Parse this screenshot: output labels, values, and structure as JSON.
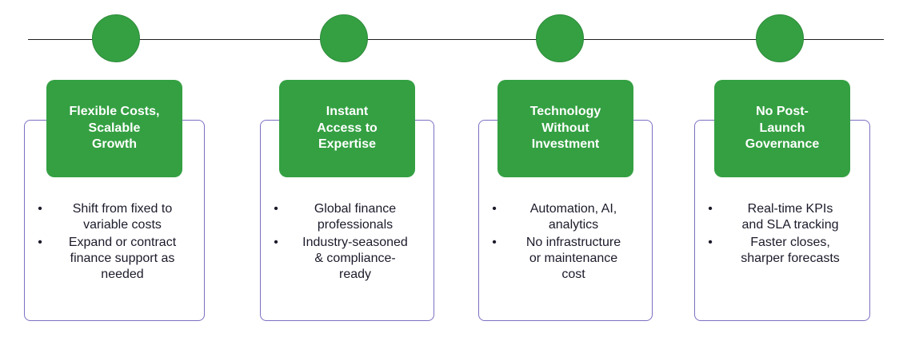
{
  "colors": {
    "green": "#34a042",
    "greenEdge": "#2e8b3a",
    "cardBorder": "#7a70c2",
    "line": "#1f1f1f",
    "text": "#1b1b2b"
  },
  "bullet_glyph": "•",
  "cards": [
    {
      "title": "Flexible Costs,\nScalable\nGrowth",
      "bullets": [
        "Shift from fixed to\nvariable costs",
        "Expand or contract\nfinance support as\nneeded"
      ]
    },
    {
      "title": "Instant\nAccess to\nExpertise",
      "bullets": [
        "Global finance\nprofessionals",
        "Industry-seasoned\n& compliance-\nready"
      ]
    },
    {
      "title": "Technology\nWithout\nInvestment",
      "bullets": [
        "Automation, AI,\nanalytics",
        "No infrastructure\nor maintenance\ncost"
      ]
    },
    {
      "title": "No Post-\nLaunch\nGovernance",
      "bullets": [
        "Real-time KPIs\nand SLA tracking",
        "Faster closes,\nsharper forecasts"
      ]
    }
  ]
}
